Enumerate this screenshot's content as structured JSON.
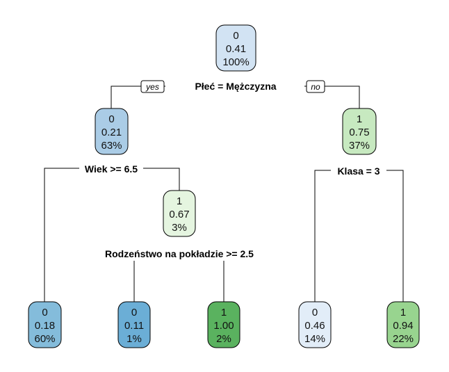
{
  "tree": {
    "root": {
      "class": "0",
      "prob": "0.41",
      "pct": "100%",
      "color": "#d2e3f3",
      "split": "Płeć = Mężczyzna",
      "yes_label": "yes",
      "no_label": "no"
    },
    "left": {
      "class": "0",
      "prob": "0.21",
      "pct": "63%",
      "color": "#aacce6",
      "split": "Wiek >= 6.5"
    },
    "right": {
      "class": "1",
      "prob": "0.75",
      "pct": "37%",
      "color": "#c7e9c0",
      "split": "Klasa = 3"
    },
    "left_right": {
      "class": "1",
      "prob": "0.67",
      "pct": "3%",
      "color": "#e5f5e0",
      "split": "Rodzeństwo na pokładzie >= 2.5"
    },
    "leaves": [
      {
        "class": "0",
        "prob": "0.18",
        "pct": "60%",
        "color": "#84bcdb"
      },
      {
        "class": "0",
        "prob": "0.11",
        "pct": "1%",
        "color": "#6baed6"
      },
      {
        "class": "1",
        "prob": "1.00",
        "pct": "2%",
        "color": "#5ab25f"
      },
      {
        "class": "0",
        "prob": "0.46",
        "pct": "14%",
        "color": "#e2edf8"
      },
      {
        "class": "1",
        "prob": "0.94",
        "pct": "22%",
        "color": "#98d48f"
      }
    ]
  }
}
